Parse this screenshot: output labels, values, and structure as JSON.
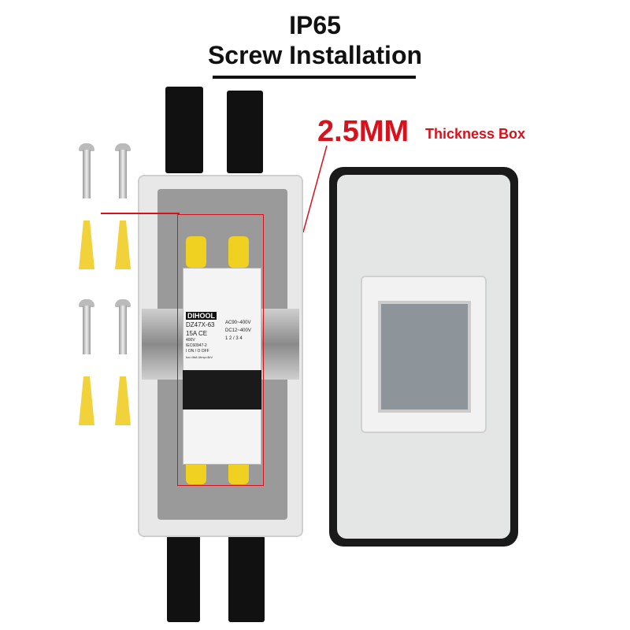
{
  "heading": {
    "line1": "IP65",
    "line2": "Screw Installation"
  },
  "callout": {
    "thickness": "2.5MM",
    "label": "Thickness Box"
  },
  "breaker": {
    "brand": "DIHOOL",
    "model": "DZ47X-63",
    "rating": "15A",
    "ce": "CE",
    "voltage": "400V",
    "standard": "IEC60947-2",
    "icu": "Icu=4kA  Uimp=4kV",
    "ac": "AC90~400V",
    "dc": "DC12~400V",
    "on_off": "I ON / O OFF",
    "terminals": "1 2 / 3 4"
  },
  "colors": {
    "accent": "#d8121c",
    "terminal": "#f0d020"
  }
}
